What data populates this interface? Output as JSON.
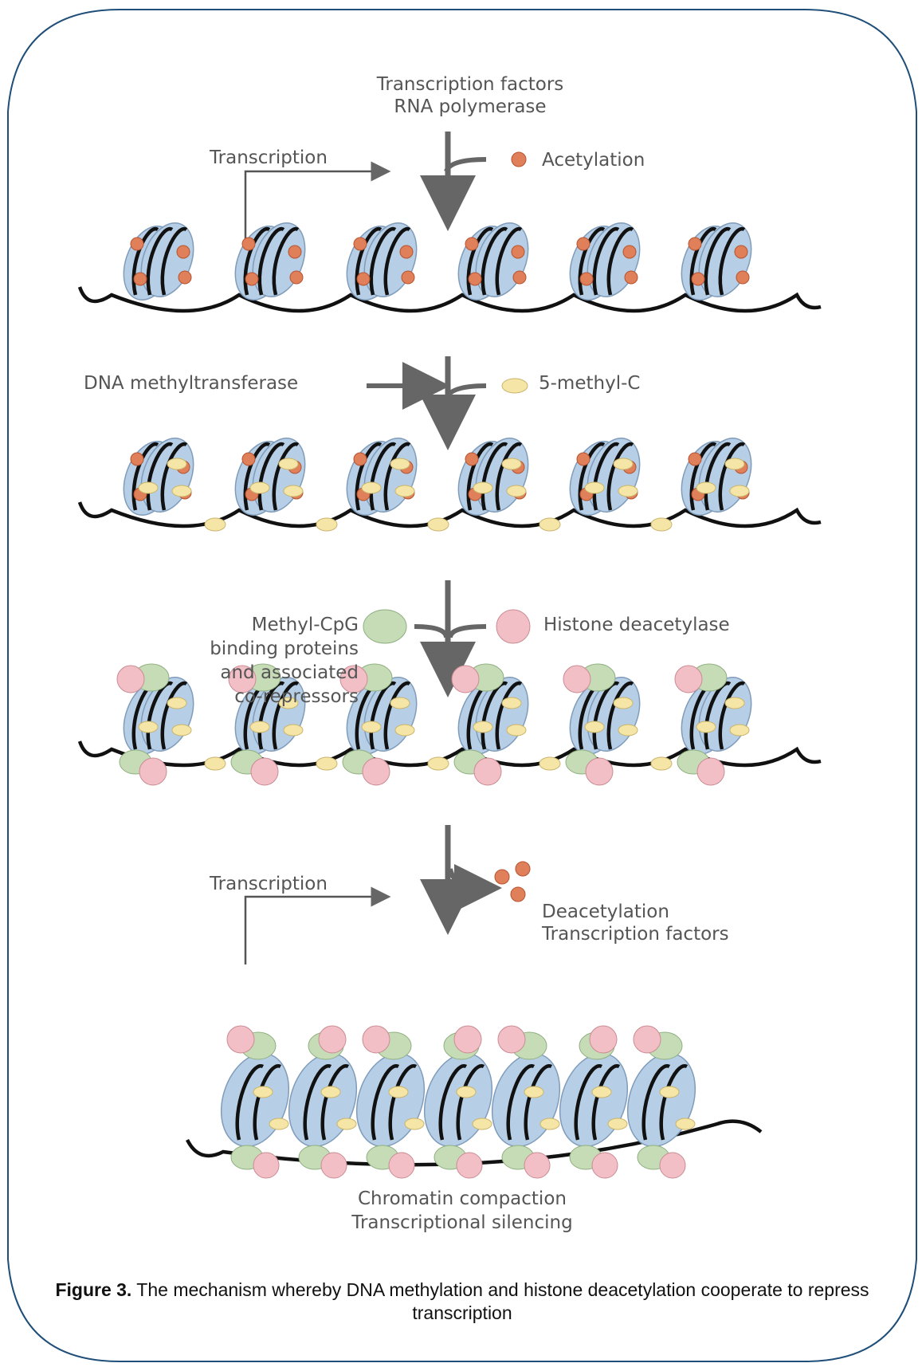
{
  "diagram": {
    "top_labels": [
      "Transcription factors",
      "RNA polymerase"
    ],
    "transcription_label_1": "Transcription",
    "acetylation_label": "Acetylation",
    "dnmt_label": "DNA methyltransferase",
    "methylc_label": "5-methyl-C",
    "mbp_labels": [
      "Methyl-CpG",
      "binding proteins",
      "and associated",
      "co-repressors"
    ],
    "hdac_label": "Histone deacetylase",
    "transcription_label_2": "Transcription",
    "deacetylation_labels": [
      "Deacetylation",
      "Transcription factors"
    ],
    "bottom_labels": [
      "Chromatin compaction",
      "Transcriptional silencing"
    ],
    "colors": {
      "histone": "#b7cfe6",
      "histone_edge": "#7f9cbb",
      "acetyl": "#e0805a",
      "methyl_c": "#f5e6a8",
      "mbp": "#c6dcb6",
      "hdac": "#f3bfc6",
      "arrow": "#666666",
      "frame": "#1f4e79"
    }
  },
  "caption": {
    "bold": "Figure 3.",
    "text": " The mechanism whereby DNA methylation and histone deacetylation cooperate to repress transcription"
  }
}
